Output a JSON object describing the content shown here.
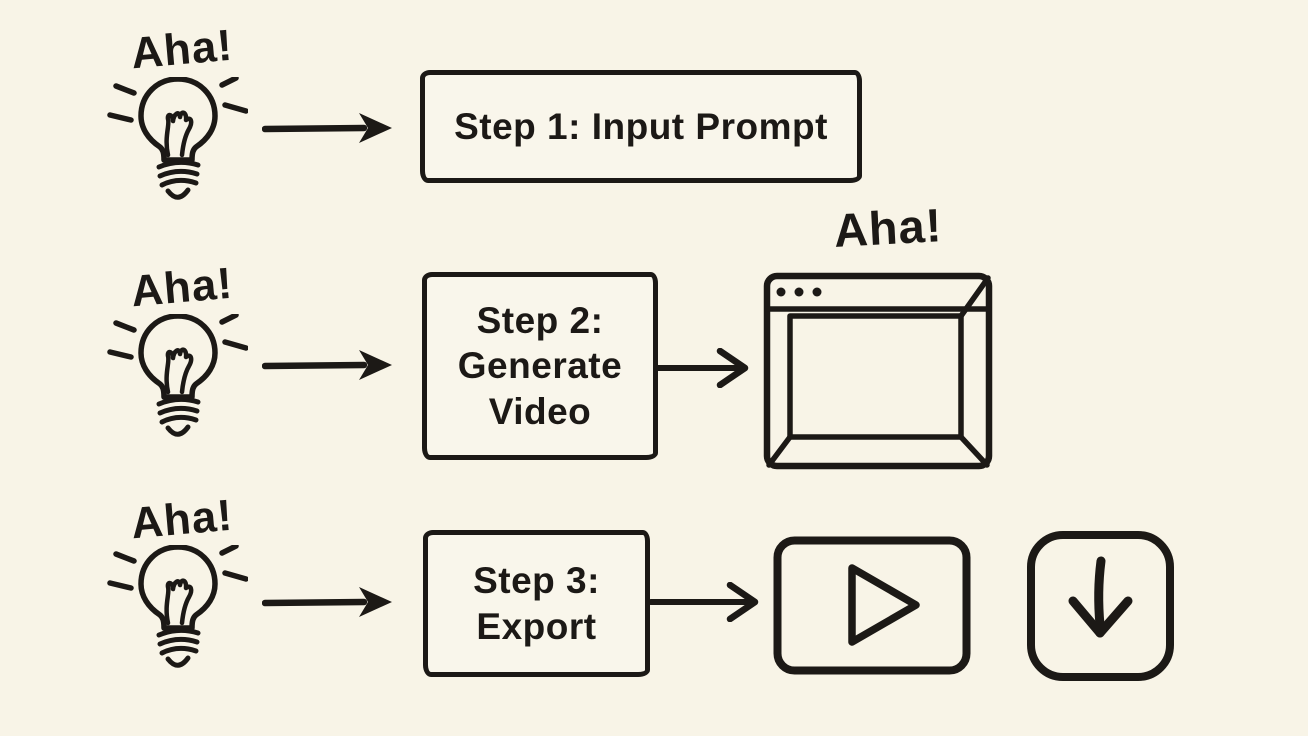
{
  "page": {
    "background": "#f8f4e7",
    "ink": "#1c1916"
  },
  "workflow": {
    "row1": {
      "aha": "Aha!",
      "step": "Step 1: Input Prompt"
    },
    "row2": {
      "aha": "Aha!",
      "step_line1": "Step 2:",
      "step_line2": "Generate",
      "step_line3": "Video",
      "output_aha": "Aha!"
    },
    "row3": {
      "aha": "Aha!",
      "step_line1": "Step 3:",
      "step_line2": "Export"
    }
  },
  "icons": {
    "idea": "lightbulb-icon",
    "flow": "arrow-right-icon",
    "result_window": "browser-window-icon",
    "playback": "play-button-icon",
    "save": "download-icon"
  }
}
